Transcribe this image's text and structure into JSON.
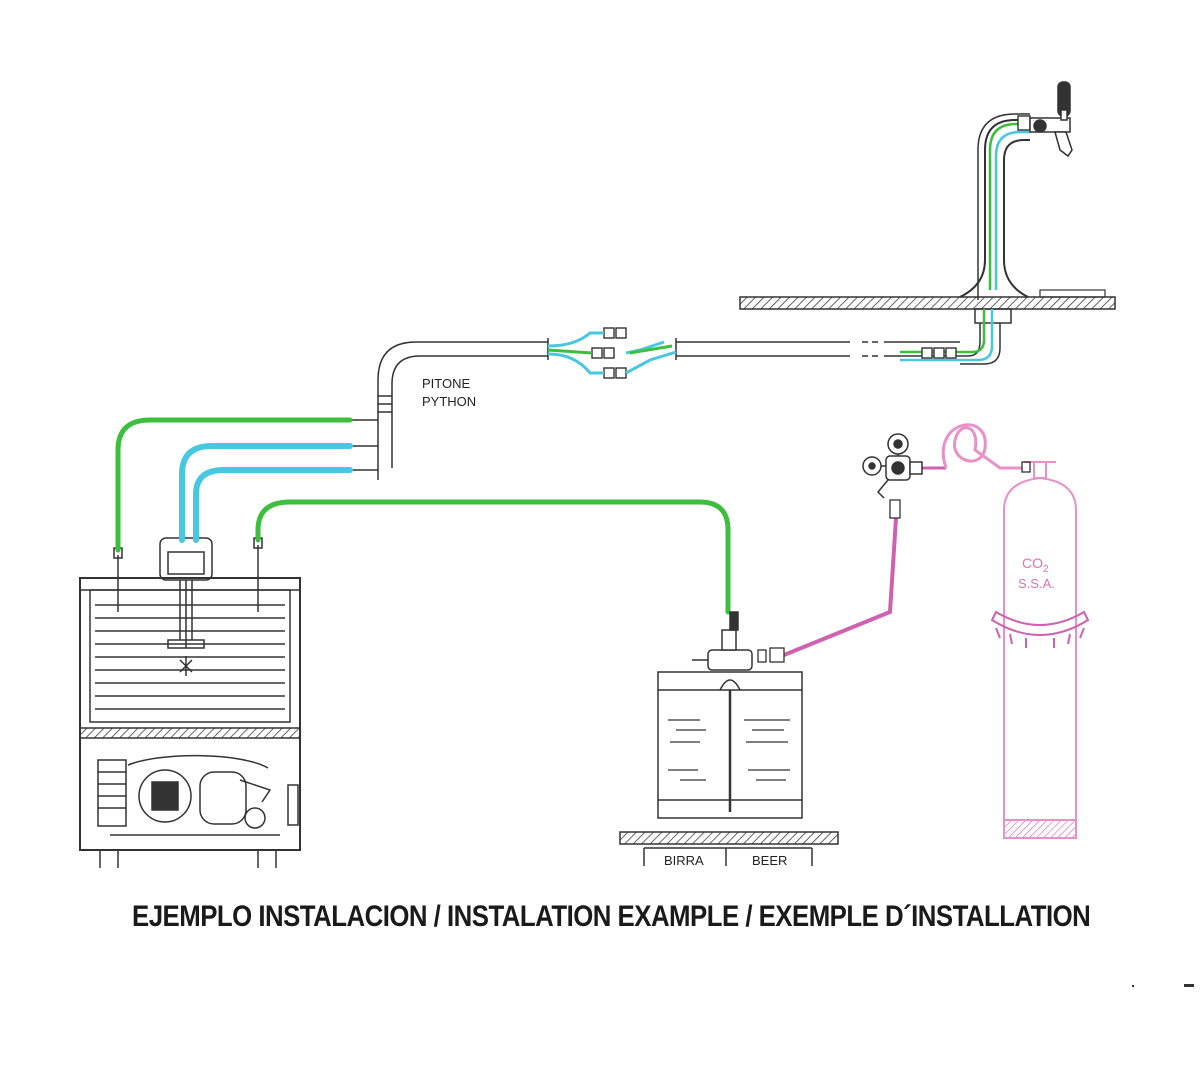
{
  "labels": {
    "python_it": "PITONE",
    "python_en": "PYTHON",
    "co2": "CO",
    "co2_sub": "2",
    "co2_grade": "S.S.A.",
    "keg_it": "BIRRA",
    "keg_en": "BEER"
  },
  "caption": "EJEMPLO INSTALACION / INSTALATION EXAMPLE / EXEMPLE D´INSTALLATION",
  "colors": {
    "line": "#333333",
    "green": "#3cbf3c",
    "cyan": "#48c8e0",
    "magenta": "#d060b0",
    "pink": "#e890c8"
  }
}
